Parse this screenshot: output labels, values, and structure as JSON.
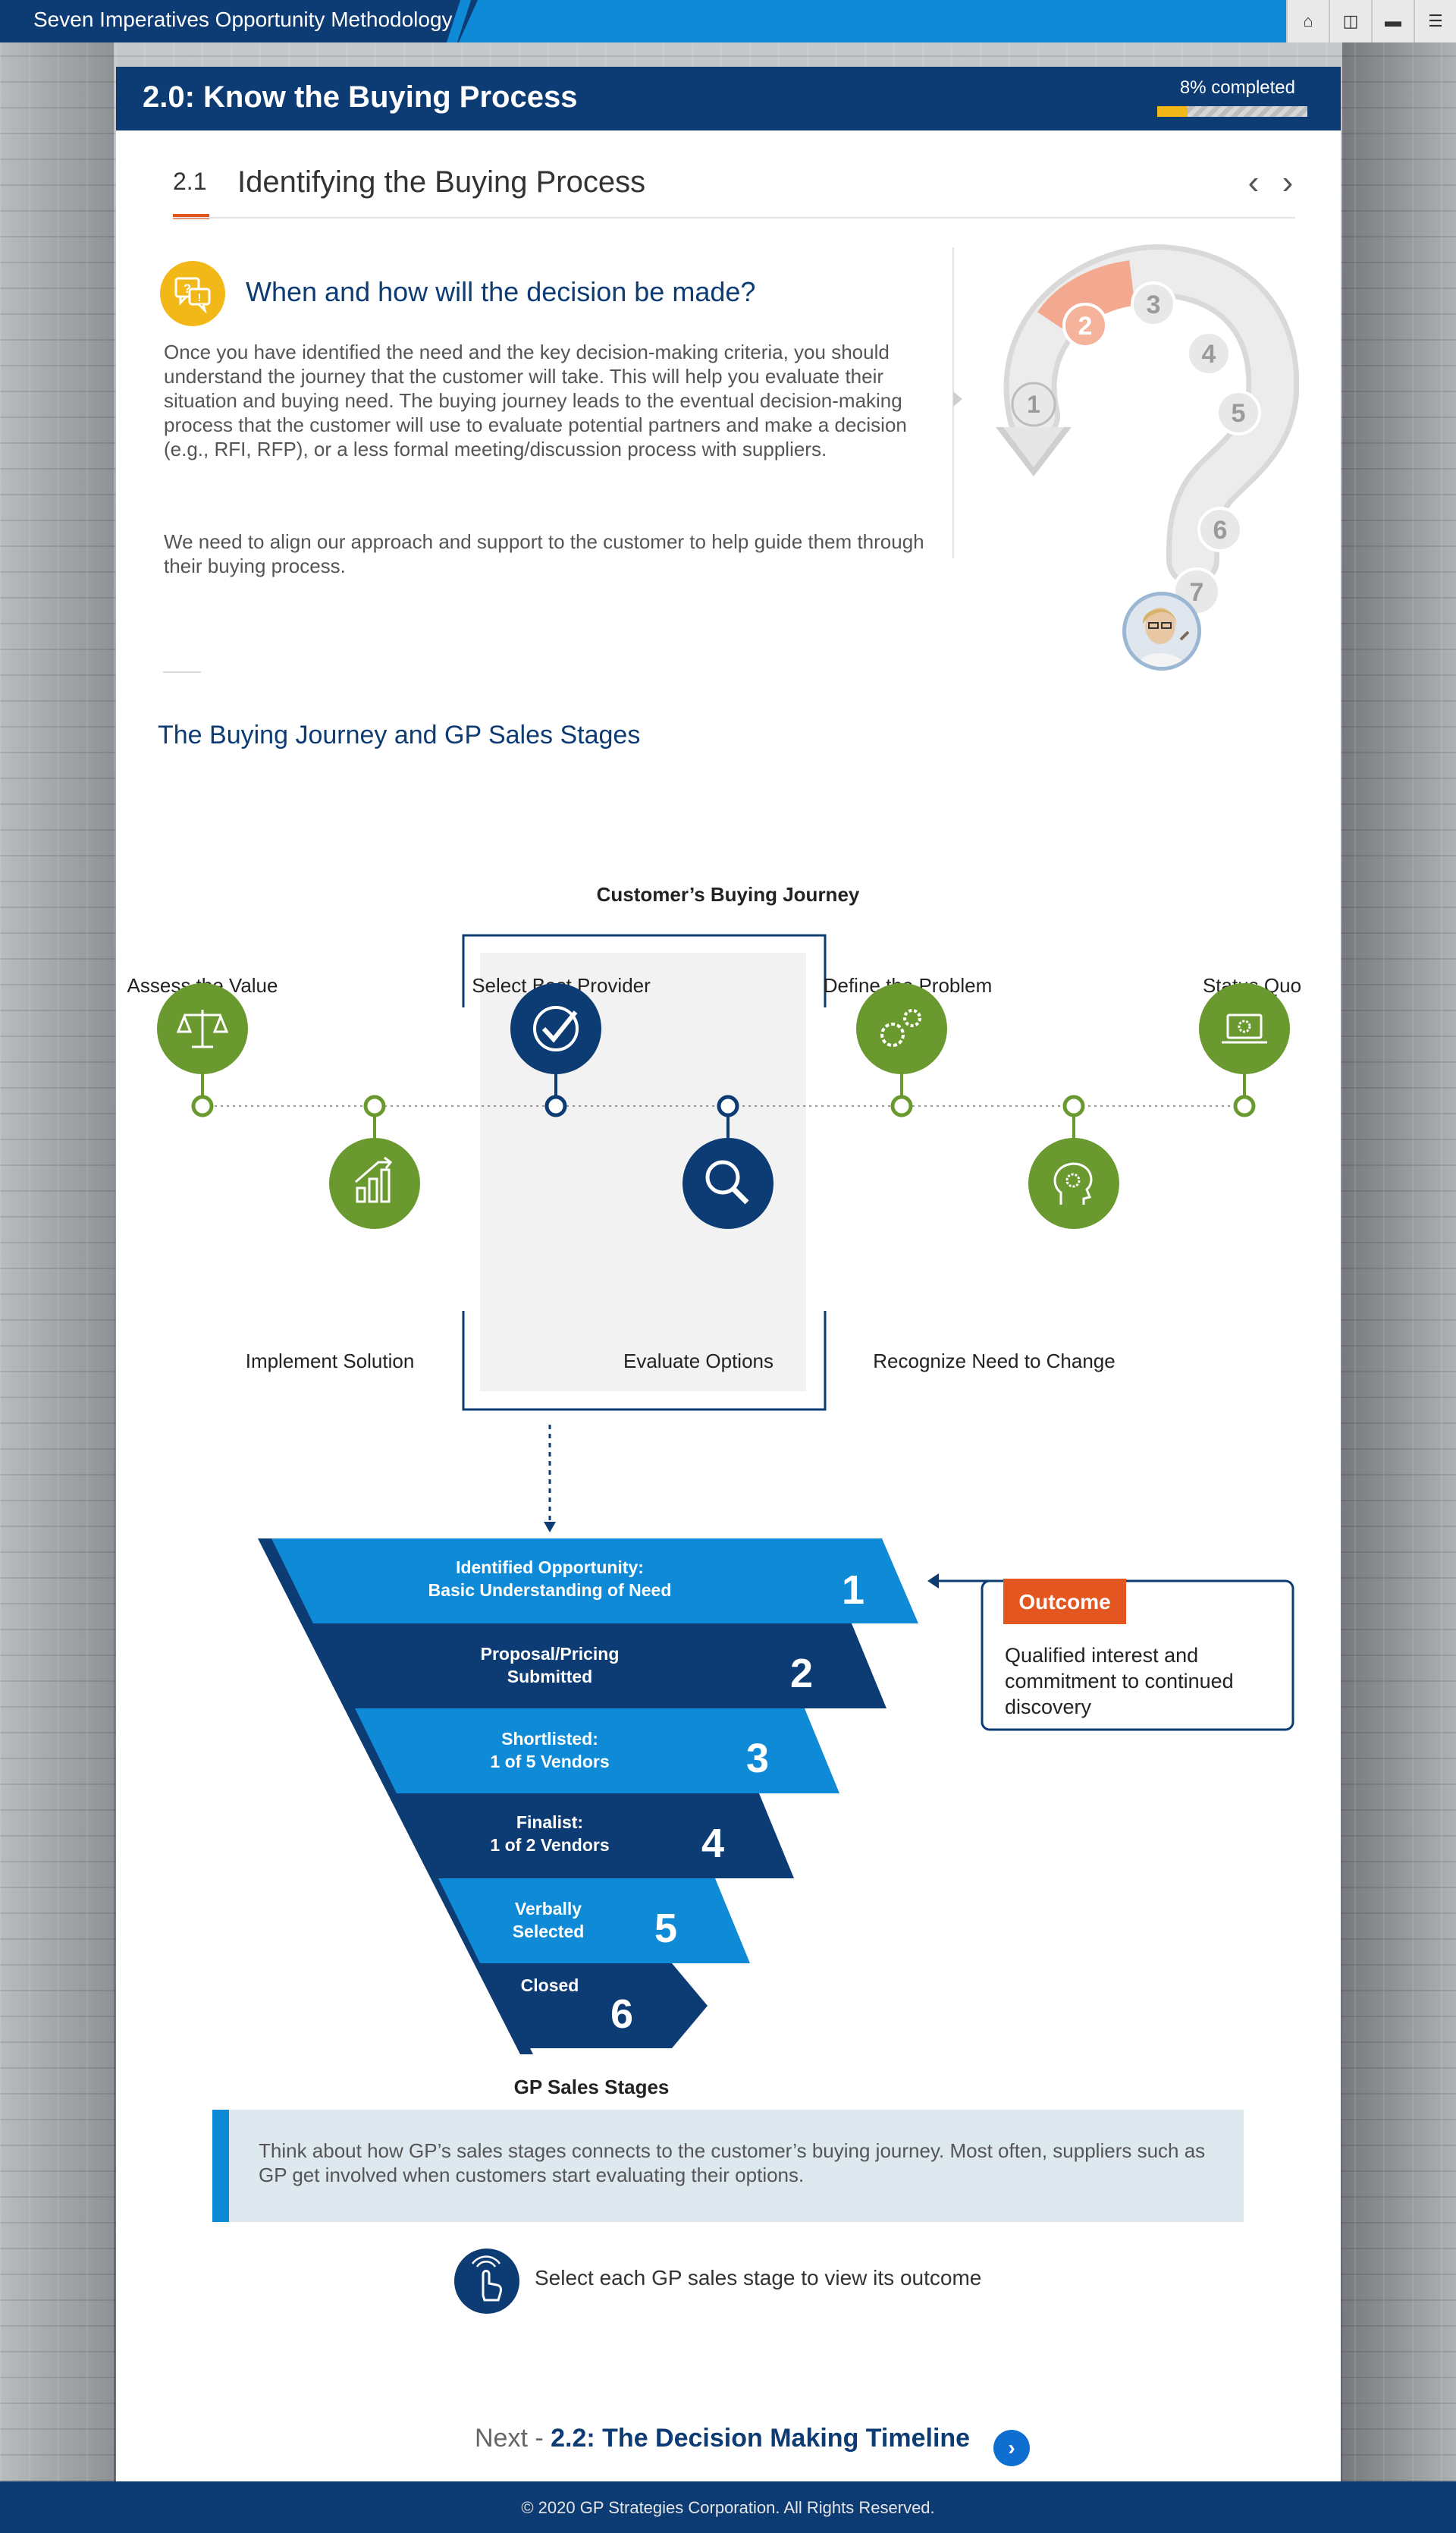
{
  "app": {
    "course_title": "Seven Imperatives Opportunity Methodology",
    "nav_buttons": [
      {
        "name": "home-icon",
        "glyph": "⌂"
      },
      {
        "name": "resources-icon",
        "glyph": "◫"
      },
      {
        "name": "folder-icon",
        "glyph": "▬"
      },
      {
        "name": "menu-icon",
        "glyph": "☰"
      }
    ]
  },
  "module": {
    "title": "2.0: Know the Buying Process",
    "progress_label": "8% completed",
    "progress_fraction": 0.2
  },
  "section": {
    "number": "2.1",
    "title": "Identifying the Buying Process",
    "prev_glyph": "‹",
    "next_glyph": "›"
  },
  "intro": {
    "heading": "When and how will the decision be made?",
    "paragraph1": "Once you have identified the need and the key decision-making criteria, you should understand the journey that the customer will take. This will help you evaluate their situation and buying need. The buying journey leads to the eventual decision-making process that the customer will use to evaluate potential partners and make a decision (e.g., RFI, RFP), or a less formal meeting/discussion process with suppliers.",
    "paragraph2": "We need to align our approach and support to the customer to help guide them through their buying process.",
    "question_mark_steps": [
      "1",
      "2",
      "3",
      "4",
      "5",
      "6",
      "7"
    ],
    "question_mark_active_step": "2"
  },
  "journey": {
    "section_title": "The Buying Journey and GP Sales Stages",
    "diagram_title": "Customer’s Buying Journey",
    "top_steps": [
      {
        "label": "Assess the Value",
        "icon": "scales-icon",
        "color": "#6a9a2f"
      },
      {
        "label": "Select Best Provider",
        "icon": "checkmark-icon",
        "color": "#0d3b73"
      },
      {
        "label": "Define the Problem",
        "icon": "gears-icon",
        "color": "#6a9a2f"
      },
      {
        "label": "Status Quo",
        "icon": "laptop-gear-icon",
        "color": "#6a9a2f"
      }
    ],
    "bottom_steps": [
      {
        "label": "Implement Solution",
        "icon": "growth-chart-icon",
        "color": "#6a9a2f"
      },
      {
        "label": "Evaluate Options",
        "icon": "magnifier-icon",
        "color": "#0d3b73"
      },
      {
        "label": "Recognize Need to Change",
        "icon": "head-gear-icon",
        "color": "#6a9a2f"
      }
    ]
  },
  "funnel": {
    "title": "GP Sales Stages",
    "stages": [
      {
        "number": "1",
        "line1": "Identified Opportunity:",
        "line2": "Basic Understanding of Need",
        "color": "#0e8ad6"
      },
      {
        "number": "2",
        "line1": "Proposal/Pricing",
        "line2": "Submitted",
        "color": "#0d3b73"
      },
      {
        "number": "3",
        "line1": "Shortlisted:",
        "line2": "1 of 5 Vendors",
        "color": "#0e8ad6"
      },
      {
        "number": "4",
        "line1": "Finalist:",
        "line2": "1 of 2 Vendors",
        "color": "#0d3b73"
      },
      {
        "number": "5",
        "line1": "Verbally",
        "line2": "Selected",
        "color": "#0e8ad6"
      },
      {
        "number": "6",
        "line1": "Closed",
        "line2": "",
        "color": "#0d3b73"
      }
    ],
    "outcome": {
      "label": "Outcome",
      "text_lines": [
        "Qualified interest and",
        "commitment to continued",
        "discovery"
      ]
    }
  },
  "callout": {
    "text": "Think about how GP’s sales stages connects to the customer’s buying journey. Most often, suppliers such as GP get involved when customers start evaluating their options."
  },
  "hint": {
    "text": "Select each GP sales stage to view its outcome",
    "icon": "tap-hand-icon"
  },
  "next": {
    "prefix": "Next - ",
    "label": "2.2: The Decision Making Timeline",
    "button_glyph": "›"
  },
  "footer": {
    "text": "© 2020 GP Strategies Corporation. All Rights Reserved."
  },
  "colors": {
    "brand_navy": "#0d3b73",
    "brand_blue": "#0e8ad6",
    "green": "#6a9a2f",
    "accent_orange": "#e3561f",
    "accent_yellow": "#f2b818"
  }
}
